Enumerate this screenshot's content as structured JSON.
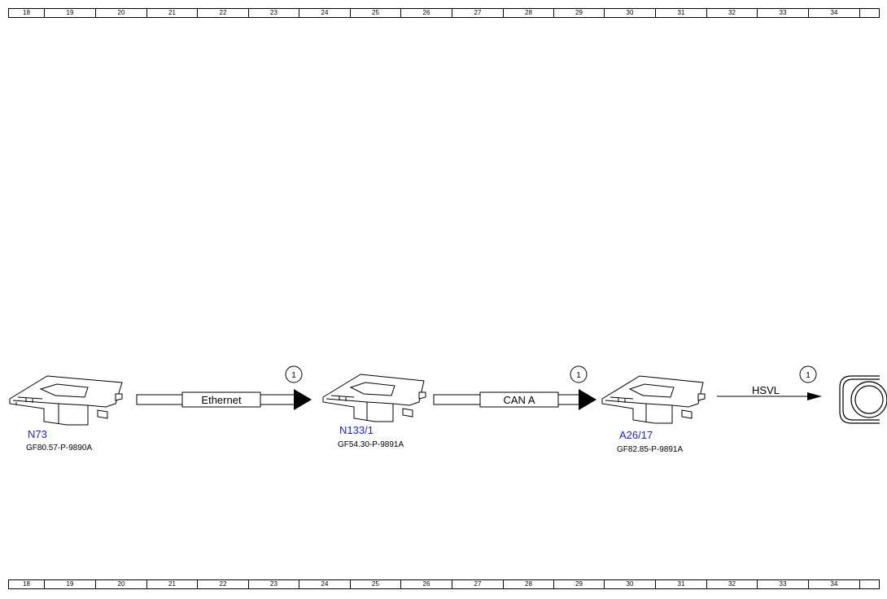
{
  "ruler": {
    "cells": [
      "18",
      "19",
      "20",
      "21",
      "22",
      "23",
      "24",
      "25",
      "26",
      "27",
      "28",
      "29",
      "30",
      "31",
      "32",
      "33",
      "34",
      ""
    ]
  },
  "modules": [
    {
      "id": "N73",
      "ref": "GF80.57-P-9890A"
    },
    {
      "id": "N133/1",
      "ref": "GF54.30-P-9891A"
    },
    {
      "id": "A26/17",
      "ref": "GF82.85-P-9891A"
    }
  ],
  "connections": [
    {
      "label": "Ethernet",
      "marker": "1"
    },
    {
      "label": "CAN A",
      "marker": "1"
    },
    {
      "label": "HSVL",
      "marker": "1"
    }
  ],
  "colors": {
    "module_label": "#1f1fd6",
    "line": "#000000"
  }
}
